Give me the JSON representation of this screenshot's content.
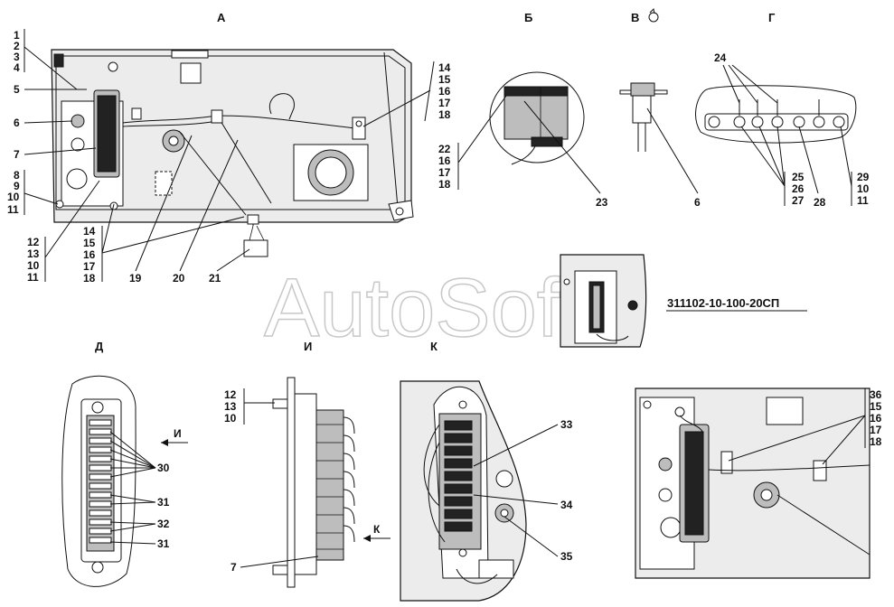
{
  "views": {
    "a": "А",
    "b": "Б",
    "v": "В",
    "g": "Г",
    "d": "Д",
    "i": "И",
    "k": "К"
  },
  "designation": "311102-10-100-20СП",
  "watermark": "AutoSoft",
  "arrows": {
    "i": "И",
    "k": "К"
  },
  "callouts": {
    "a_left_top": [
      "1",
      "2",
      "3",
      "4"
    ],
    "a_5": "5",
    "a_6": "6",
    "a_7": "7",
    "a_left_mid": [
      "8",
      "9",
      "10",
      "11"
    ],
    "a_left_bottom": [
      "12",
      "13",
      "10",
      "11"
    ],
    "a_bottom_mid": [
      "14",
      "15",
      "16",
      "17",
      "18"
    ],
    "a_19": "19",
    "a_20": "20",
    "a_21": "21",
    "a_right": [
      "14",
      "15",
      "16",
      "17",
      "18"
    ],
    "b_left": [
      "22",
      "16",
      "17",
      "18"
    ],
    "b_23": "23",
    "v_6": "6",
    "g_24": "24",
    "g_group": [
      "25",
      "26",
      "27"
    ],
    "g_28": "28",
    "g_right": [
      "29",
      "10",
      "11"
    ],
    "d_30": "30",
    "d_31a": "31",
    "d_32": "32",
    "d_31b": "31",
    "i_group": [
      "12",
      "13",
      "10"
    ],
    "i_7": "7",
    "k_33": "33",
    "k_34": "34",
    "k_35": "35",
    "e_right": [
      "36",
      "15",
      "16",
      "17",
      "18"
    ]
  }
}
